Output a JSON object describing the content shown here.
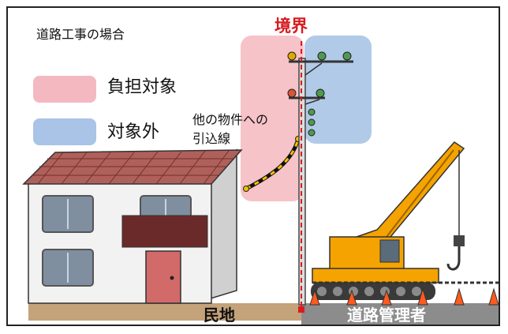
{
  "title": "道路工事の場合",
  "boundary_label": "境界",
  "legend": {
    "burden": {
      "label": "負担対象",
      "color": "#f4b8c0"
    },
    "excluded": {
      "label": "対象外",
      "color": "#a9c4e6"
    }
  },
  "service_line_label": [
    "他の物件への",
    "引込線"
  ],
  "ground": {
    "private_land": "民地",
    "road_manager": "道路管理者"
  },
  "colors": {
    "boundary": "#d81b20",
    "roof": "#b0605a",
    "wall": "#f2f2f2",
    "door": "#d26a6a",
    "crane": "#f5a300",
    "cone": "#ff5a1f",
    "soil": "#c4a27a",
    "road": "#8c8c8c"
  },
  "icons": [
    "house-icon",
    "utility-pole-icon",
    "crane-truck-icon",
    "traffic-cone-icon",
    "service-line-icon"
  ]
}
